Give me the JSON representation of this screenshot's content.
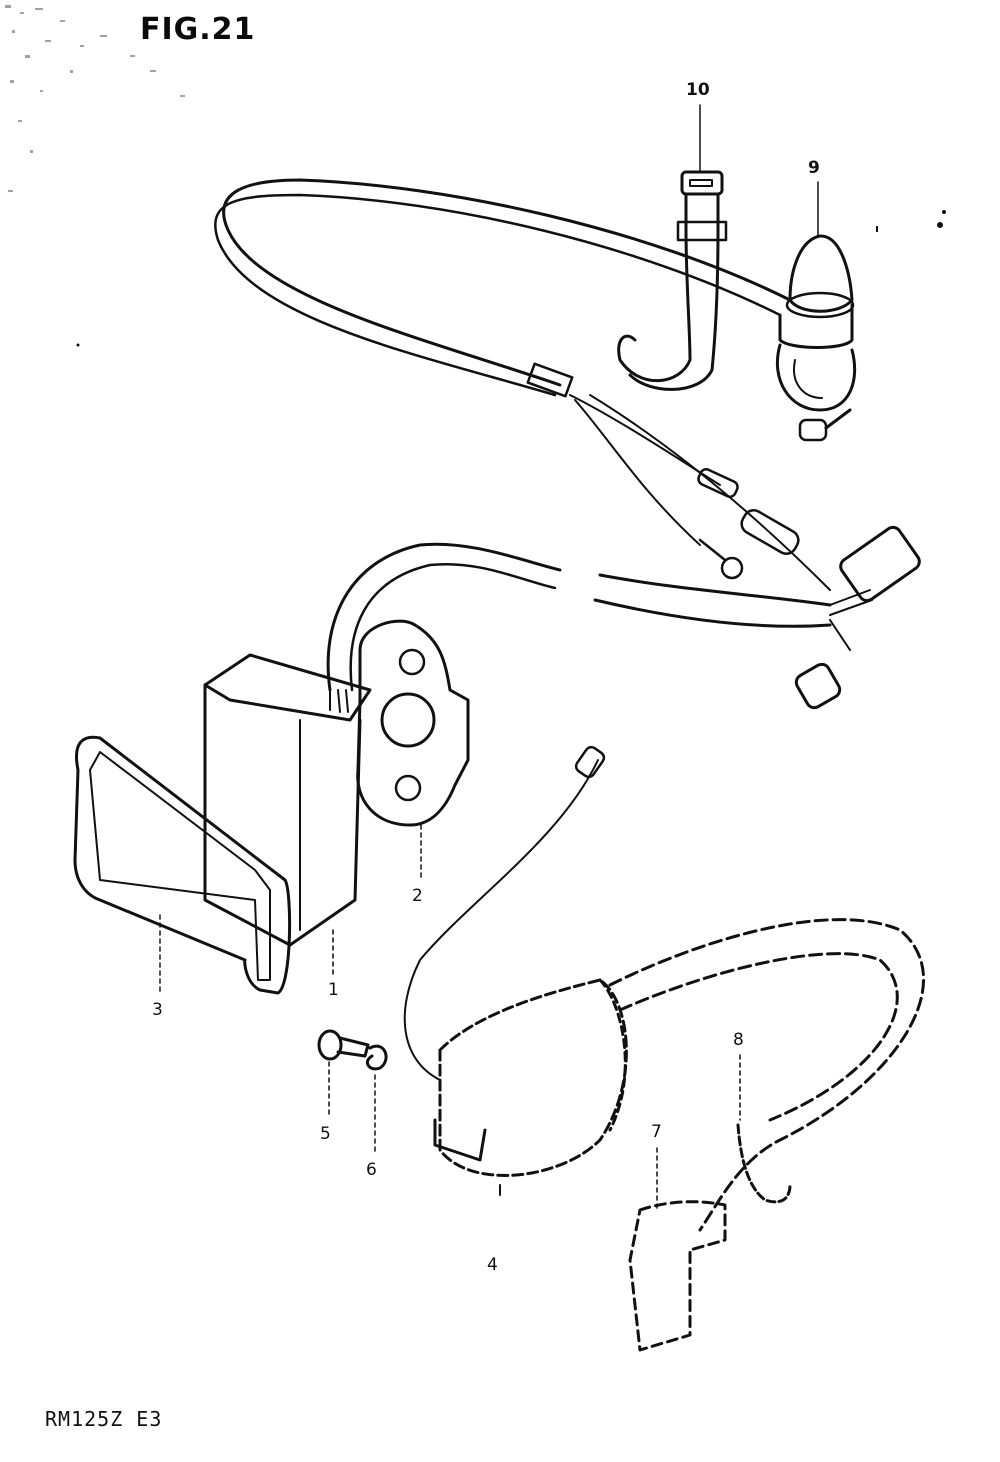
{
  "figure": {
    "title": "FIG.21",
    "model_code": "RM125Z E3"
  },
  "callouts": {
    "c1": "1",
    "c2": "2",
    "c3": "3",
    "c4": "4",
    "c5": "5",
    "c6": "6",
    "c7": "7",
    "c8": "8",
    "c9": "9",
    "c10": "10"
  },
  "colors": {
    "ink": "#111111",
    "paper": "#ffffff"
  }
}
